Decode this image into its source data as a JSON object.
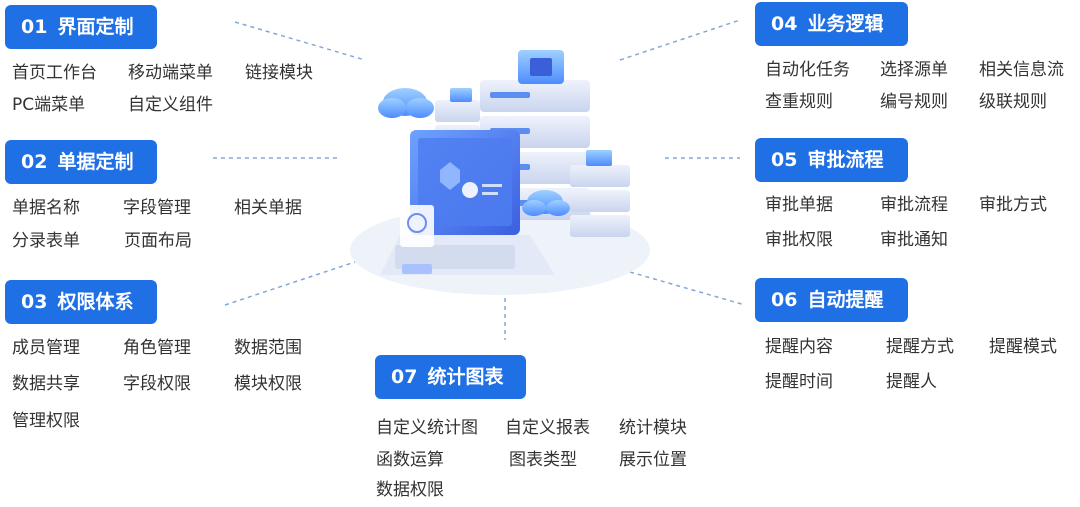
{
  "colors": {
    "badge": "#1f6fe5",
    "line": "#7fa8d8"
  },
  "sections": [
    {
      "num": "01",
      "title": "界面定制",
      "items": [
        "首页工作台",
        "移动端菜单",
        "链接模块",
        "PC端菜单",
        "自定义组件"
      ]
    },
    {
      "num": "02",
      "title": "单据定制",
      "items": [
        "单据名称",
        "字段管理",
        "相关单据",
        "分录表单",
        "页面布局"
      ]
    },
    {
      "num": "03",
      "title": "权限体系",
      "items": [
        "成员管理",
        "角色管理",
        "数据范围",
        "数据共享",
        "字段权限",
        "模块权限",
        "管理权限"
      ]
    },
    {
      "num": "04",
      "title": "业务逻辑",
      "items": [
        "自动化任务",
        "选择源单",
        "相关信息流",
        "查重规则",
        "编号规则",
        "级联规则"
      ]
    },
    {
      "num": "05",
      "title": "审批流程",
      "items": [
        "审批单据",
        "审批流程",
        "审批方式",
        "审批权限",
        "审批通知"
      ]
    },
    {
      "num": "06",
      "title": "自动提醒",
      "items": [
        "提醒内容",
        "提醒方式",
        "提醒模式",
        "提醒时间",
        "提醒人"
      ]
    },
    {
      "num": "07",
      "title": "统计图表",
      "items": [
        "自定义统计图",
        "自定义报表",
        "统计模块",
        "函数运算",
        "图表类型",
        "展示位置",
        "数据权限"
      ]
    }
  ]
}
